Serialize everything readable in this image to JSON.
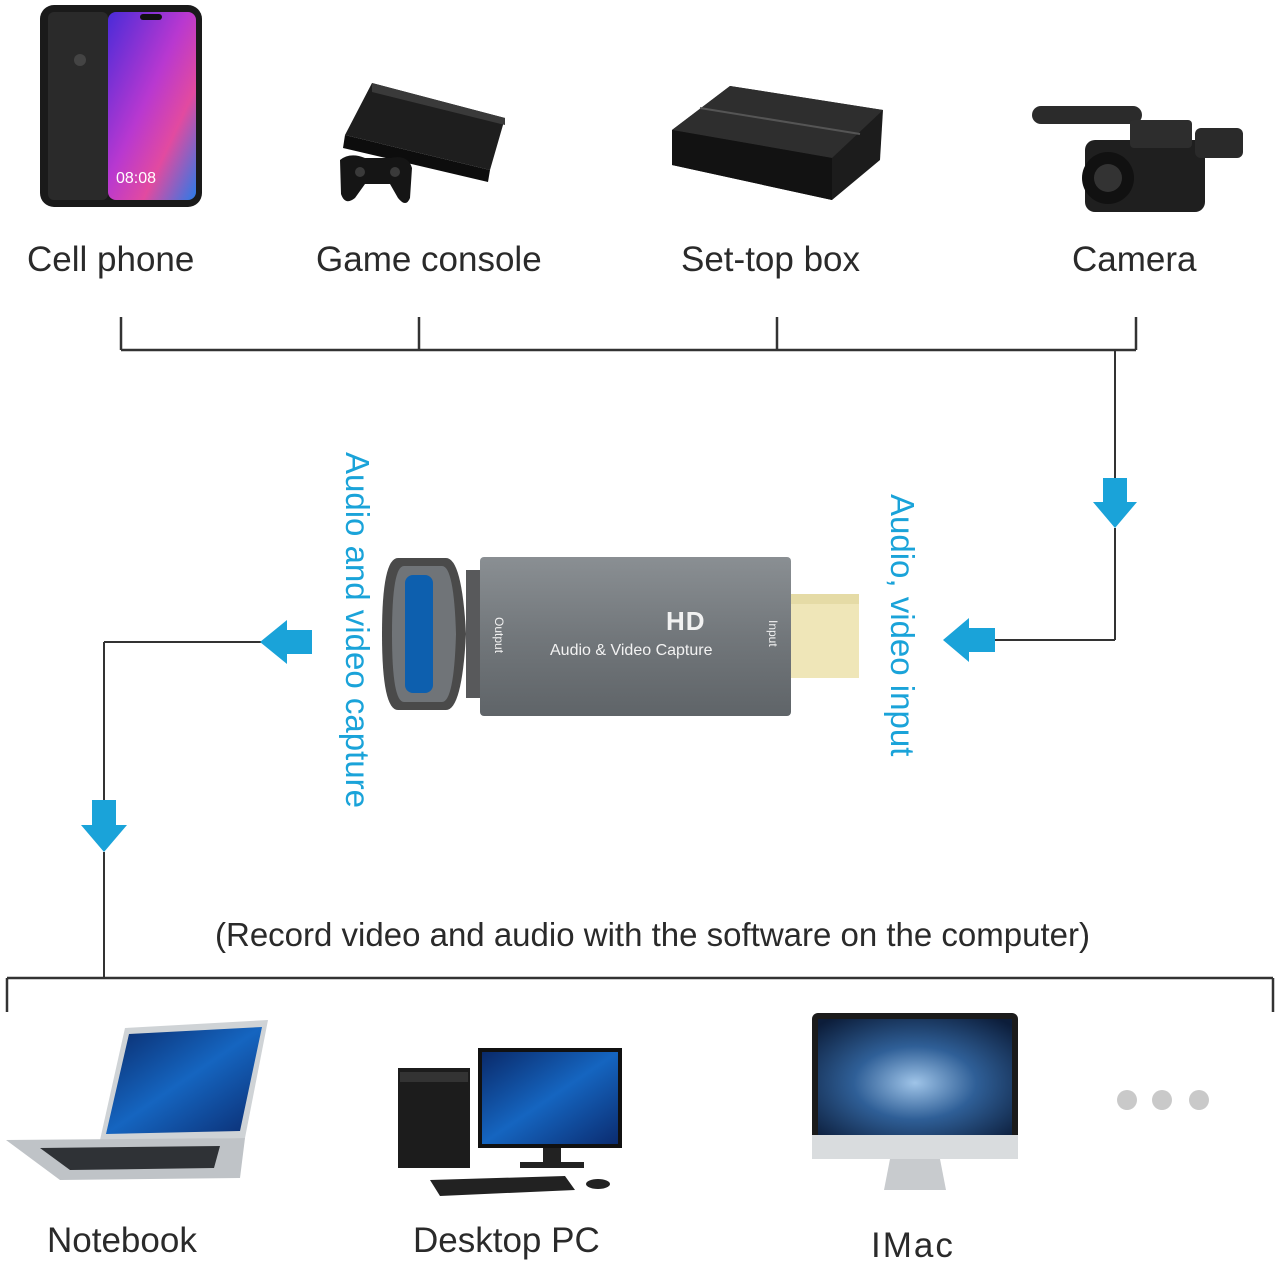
{
  "sources": [
    {
      "label": "Cell phone",
      "icon": "cell-phone-icon"
    },
    {
      "label": "Game console",
      "icon": "game-console-icon"
    },
    {
      "label": "Set-top box",
      "icon": "set-top-box-icon"
    },
    {
      "label": "Camera",
      "icon": "camera-icon"
    }
  ],
  "phone_time": "08:08",
  "capture_device": {
    "badge": "HD",
    "name": "Audio & Video Capture",
    "port_output": "Output",
    "port_input": "Input"
  },
  "labels": {
    "input_flow": "Audio, video input",
    "output_flow": "Audio and video capture",
    "note": "(Record video and audio with the software on the computer)"
  },
  "targets": [
    {
      "label": "Notebook",
      "icon": "notebook-icon"
    },
    {
      "label": "Desktop PC",
      "icon": "desktop-pc-icon"
    },
    {
      "label": "IMac",
      "icon": "imac-icon"
    }
  ],
  "more_icon": "more-dots-icon",
  "colors": {
    "accent": "#1aa3d9",
    "line": "#333333",
    "device": "#74797c"
  }
}
